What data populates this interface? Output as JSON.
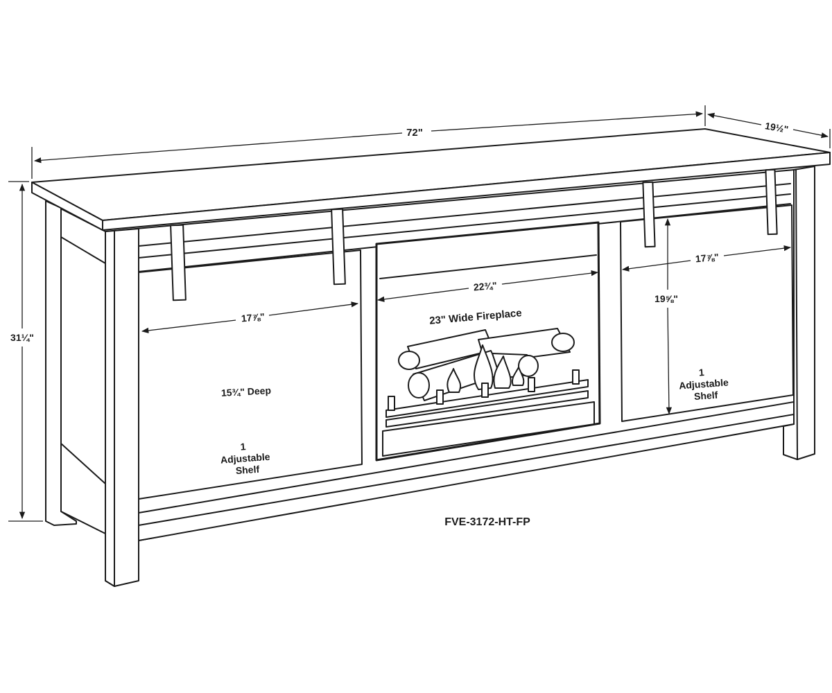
{
  "model_number": "FVE-3172-HT-FP",
  "dimensions": {
    "width": "72\"",
    "depth": "19½\"",
    "height": "31¼\"",
    "left_opening_width": "17⅞\"",
    "center_opening_width": "22¾\"",
    "right_opening_width": "17⅞\"",
    "right_opening_height": "19⅝\""
  },
  "left_compartment": {
    "depth_label": "15¾\" Deep",
    "shelf_line1": "1",
    "shelf_line2": "Adjustable",
    "shelf_line3": "Shelf"
  },
  "center_compartment": {
    "fireplace_label": "23\" Wide Fireplace"
  },
  "right_compartment": {
    "shelf_line1": "1",
    "shelf_line2": "Adjustable",
    "shelf_line3": "Shelf"
  }
}
